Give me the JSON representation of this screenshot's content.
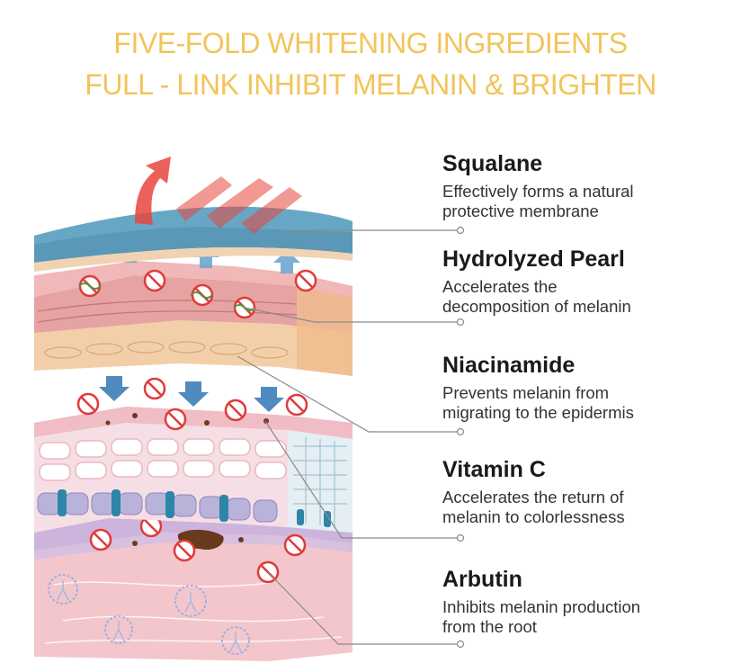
{
  "title_line1": "FIVE-FOLD WHITENING INGREDIENTS",
  "title_line2": "FULL - LINK INHIBIT MELANIN & BRIGHTEN",
  "ingredients": [
    {
      "name": "Squalane",
      "desc1": "Effectively forms a natural",
      "desc2": "protective membrane"
    },
    {
      "name": "Hydrolyzed Pearl",
      "desc1": "Accelerates the",
      "desc2": "decomposition of melanin"
    },
    {
      "name": "Niacinamide",
      "desc1": "Prevents melanin from",
      "desc2": "migrating to the epidermis"
    },
    {
      "name": "Vitamin C",
      "desc1": "Accelerates the return of",
      "desc2": "melanin to colorlessness"
    },
    {
      "name": "Arbutin",
      "desc1": "Inhibits melanin production",
      "desc2": "from the root"
    }
  ],
  "colors": {
    "title": "#f2c45a",
    "membrane": "#5b98b8",
    "arrow_red": "#e8453c",
    "inhibit": "#e03a3a",
    "melanin": "#6a3a1e"
  }
}
